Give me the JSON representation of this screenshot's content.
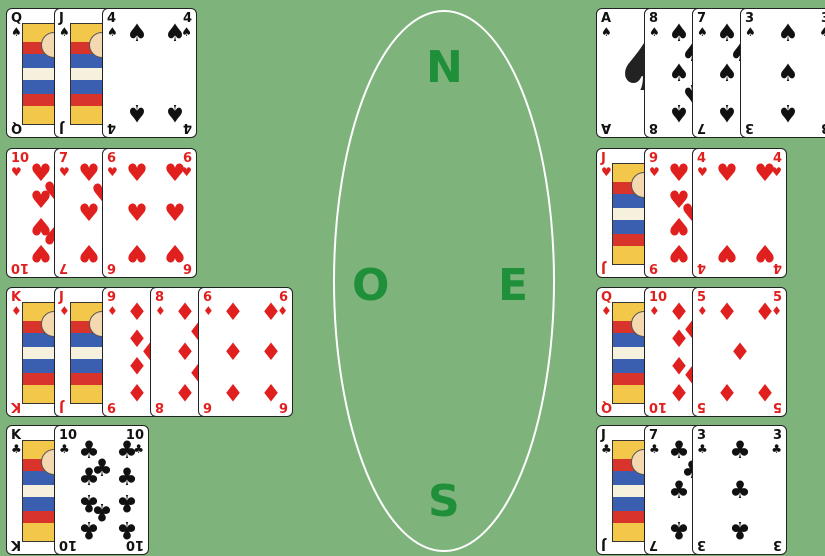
{
  "compass": {
    "north": "N",
    "west": "O",
    "east": "E",
    "south": "S"
  },
  "colors": {
    "table": "#7eb37c",
    "red": "#e0201f",
    "black": "#111111",
    "compass": "#1f8f3a"
  },
  "hands": {
    "west": {
      "rows": [
        [
          {
            "rank": "Q",
            "suit": "♠",
            "color": "black",
            "face": true
          },
          {
            "rank": "J",
            "suit": "♠",
            "color": "black",
            "face": true
          },
          {
            "rank": "4",
            "suit": "♠",
            "color": "black",
            "face": false
          }
        ],
        [
          {
            "rank": "10",
            "suit": "♥",
            "color": "red",
            "face": false
          },
          {
            "rank": "7",
            "suit": "♥",
            "color": "red",
            "face": false
          },
          {
            "rank": "6",
            "suit": "♥",
            "color": "red",
            "face": false
          }
        ],
        [
          {
            "rank": "K",
            "suit": "♦",
            "color": "red",
            "face": true
          },
          {
            "rank": "J",
            "suit": "♦",
            "color": "red",
            "face": true
          },
          {
            "rank": "9",
            "suit": "♦",
            "color": "red",
            "face": false
          },
          {
            "rank": "8",
            "suit": "♦",
            "color": "red",
            "face": false
          },
          {
            "rank": "6",
            "suit": "♦",
            "color": "red",
            "face": false
          }
        ],
        [
          {
            "rank": "K",
            "suit": "♣",
            "color": "black",
            "face": true
          },
          {
            "rank": "10",
            "suit": "♣",
            "color": "black",
            "face": false
          }
        ]
      ]
    },
    "east": {
      "rows": [
        [
          {
            "rank": "A",
            "suit": "♠",
            "color": "black",
            "face": false,
            "ace": true
          },
          {
            "rank": "8",
            "suit": "♠",
            "color": "black",
            "face": false
          },
          {
            "rank": "7",
            "suit": "♠",
            "color": "black",
            "face": false
          },
          {
            "rank": "3",
            "suit": "♠",
            "color": "black",
            "face": false
          }
        ],
        [
          {
            "rank": "J",
            "suit": "♥",
            "color": "red",
            "face": true
          },
          {
            "rank": "9",
            "suit": "♥",
            "color": "red",
            "face": false
          },
          {
            "rank": "4",
            "suit": "♥",
            "color": "red",
            "face": false
          }
        ],
        [
          {
            "rank": "Q",
            "suit": "♦",
            "color": "red",
            "face": true
          },
          {
            "rank": "10",
            "suit": "♦",
            "color": "red",
            "face": false
          },
          {
            "rank": "5",
            "suit": "♦",
            "color": "red",
            "face": false
          }
        ],
        [
          {
            "rank": "J",
            "suit": "♣",
            "color": "black",
            "face": true
          },
          {
            "rank": "7",
            "suit": "♣",
            "color": "black",
            "face": false
          },
          {
            "rank": "3",
            "suit": "♣",
            "color": "black",
            "face": false
          }
        ]
      ]
    }
  }
}
